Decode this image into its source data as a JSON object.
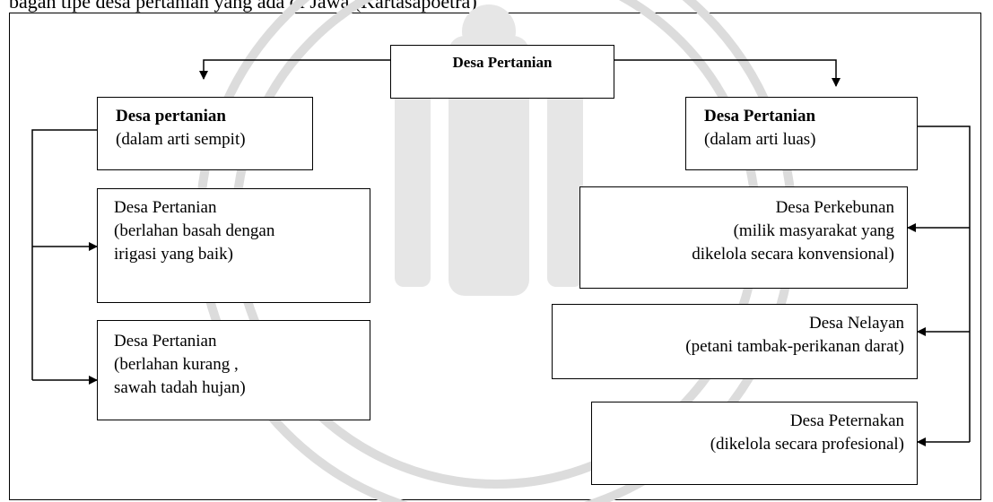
{
  "top_text": "bagan tipe desa pertanian yang ada di Jawa (Kartasapoetra)",
  "diagram": {
    "root": {
      "title": "Desa Pertanian"
    },
    "narrow": {
      "title": "Desa pertanian",
      "subtitle": "(dalam arti sempit)"
    },
    "broad": {
      "title": "Desa Pertanian",
      "subtitle": "(dalam arti luas)"
    },
    "left_items": [
      {
        "lines": [
          "Desa Pertanian",
          "(berlahan basah dengan",
          "irigasi yang baik)"
        ]
      },
      {
        "lines": [
          "Desa Pertanian",
          "(berlahan kurang ,",
          "sawah tadah hujan)"
        ]
      }
    ],
    "right_items": [
      {
        "lines": [
          "Desa Perkebunan",
          "(milik masyarakat yang",
          "dikelola secara konvensional)"
        ]
      },
      {
        "lines": [
          "Desa Nelayan",
          "(petani tambak-perikanan darat)"
        ]
      },
      {
        "lines": [
          "Desa Peternakan",
          "(dikelola secara profesional)"
        ]
      }
    ]
  },
  "colors": {
    "line": "#000000",
    "watermark": "#d9d9d9"
  }
}
